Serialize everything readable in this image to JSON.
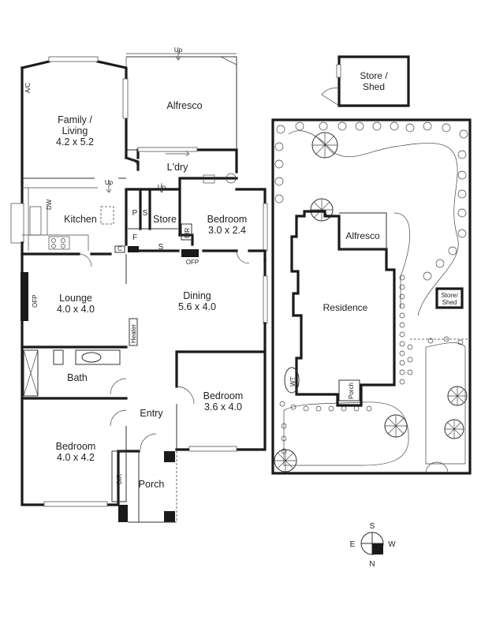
{
  "floor_plan": {
    "rooms": {
      "family_living": {
        "name": "Family /",
        "name2": "Living",
        "dims": "4.2 x 5.2"
      },
      "alfresco": {
        "name": "Alfresco"
      },
      "laundry": {
        "name": "L'dry"
      },
      "kitchen": {
        "name": "Kitchen"
      },
      "store": {
        "name": "Store"
      },
      "bedroom_small": {
        "name": "Bedroom",
        "dims": "3.0 x 2.4"
      },
      "lounge": {
        "name": "Lounge",
        "dims": "4.0 x 4.0"
      },
      "dining": {
        "name": "Dining",
        "dims": "5.6 x 4.0"
      },
      "bath": {
        "name": "Bath"
      },
      "bedroom_mid": {
        "name": "Bedroom",
        "dims": "3.6 x 4.0"
      },
      "entry": {
        "name": "Entry"
      },
      "bedroom_main": {
        "name": "Bedroom",
        "dims": "4.0 x 4.2"
      },
      "porch": {
        "name": "Porch"
      }
    },
    "labels": {
      "ac": "A/C",
      "up_alfresco": "Up",
      "up_kitchen": "Up",
      "up_store": "Up",
      "dw": "DW",
      "pantry": "P",
      "s_store": "S",
      "s_hall": "S",
      "fridge": "F",
      "cupboard": "C",
      "bir_small": "BIR",
      "bir_main": "BIR",
      "ofp_dining": "OFP",
      "ofp_lounge": "OFP",
      "heater": "Heater"
    }
  },
  "site_plan": {
    "store_shed": {
      "line1": "Store /",
      "line2": "Shed"
    },
    "residence": "Residence",
    "alfresco": "Alfresco",
    "porch": "Porch",
    "wt": "WT",
    "store_shed_small": {
      "line1": "Store/",
      "line2": "Shed"
    }
  },
  "compass": {
    "top": "S",
    "left": "E",
    "right": "W",
    "bottom": "N"
  }
}
